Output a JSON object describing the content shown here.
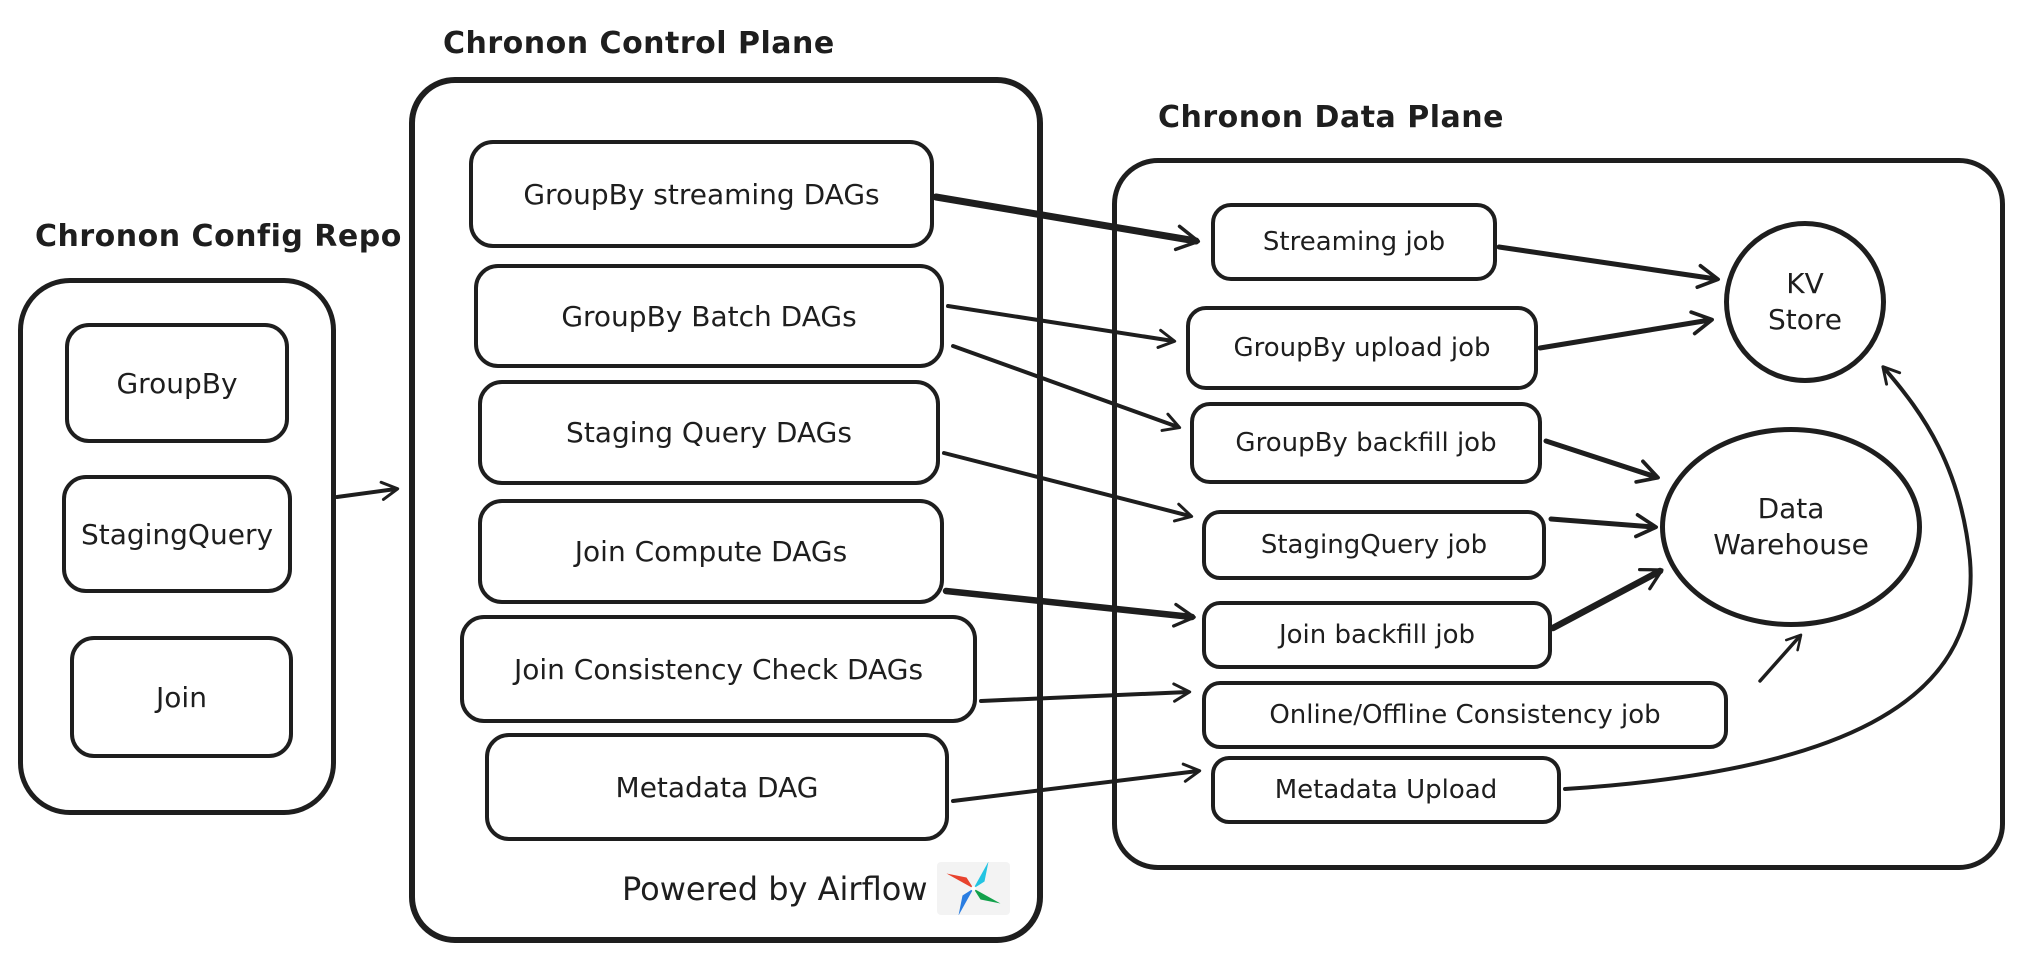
{
  "colors": {
    "stroke": "#1e1e1e",
    "background": "#ffffff",
    "airflow_logo": {
      "red": "#e8432e",
      "cyan": "#23c4e2",
      "green": "#12a14b",
      "blue": "#2a7de1",
      "tile_bg": "#f3f3f3"
    }
  },
  "config_repo": {
    "title": "Chronon Config Repo",
    "items": [
      "GroupBy",
      "StagingQuery",
      "Join"
    ]
  },
  "control_plane": {
    "title": "Chronon Control Plane",
    "dags": [
      "GroupBy streaming DAGs",
      "GroupBy Batch DAGs",
      "Staging Query DAGs",
      "Join Compute DAGs",
      "Join Consistency Check DAGs",
      "Metadata DAG"
    ],
    "footer_text": "Powered by Airflow"
  },
  "data_plane": {
    "title": "Chronon Data Plane",
    "jobs": [
      "Streaming job",
      "GroupBy upload job",
      "GroupBy backfill job",
      "StagingQuery job",
      "Join backfill job",
      "Online/Offline Consistency job",
      "Metadata Upload"
    ],
    "kv_store": {
      "lines": [
        "KV",
        "Store"
      ]
    },
    "data_warehouse": {
      "lines": [
        "Data",
        "Warehouse"
      ]
    }
  },
  "edges": [
    {
      "from": "Chronon Config Repo",
      "to": "Chronon Control Plane"
    },
    {
      "from": "GroupBy streaming DAGs",
      "to": "Streaming job"
    },
    {
      "from": "GroupBy Batch DAGs",
      "to": "GroupBy upload job"
    },
    {
      "from": "GroupBy Batch DAGs",
      "to": "GroupBy backfill job"
    },
    {
      "from": "Staging Query DAGs",
      "to": "StagingQuery job"
    },
    {
      "from": "Join Compute DAGs",
      "to": "Join backfill job"
    },
    {
      "from": "Join Consistency Check DAGs",
      "to": "Online/Offline Consistency job"
    },
    {
      "from": "Metadata DAG",
      "to": "Metadata Upload"
    },
    {
      "from": "Streaming job",
      "to": "KV Store"
    },
    {
      "from": "GroupBy upload job",
      "to": "KV Store"
    },
    {
      "from": "GroupBy backfill job",
      "to": "Data Warehouse"
    },
    {
      "from": "StagingQuery job",
      "to": "Data Warehouse"
    },
    {
      "from": "Join backfill job",
      "to": "Data Warehouse"
    },
    {
      "from": "Online/Offline Consistency job",
      "to": "Data Warehouse"
    },
    {
      "from": "Metadata Upload",
      "to": "KV Store"
    }
  ]
}
